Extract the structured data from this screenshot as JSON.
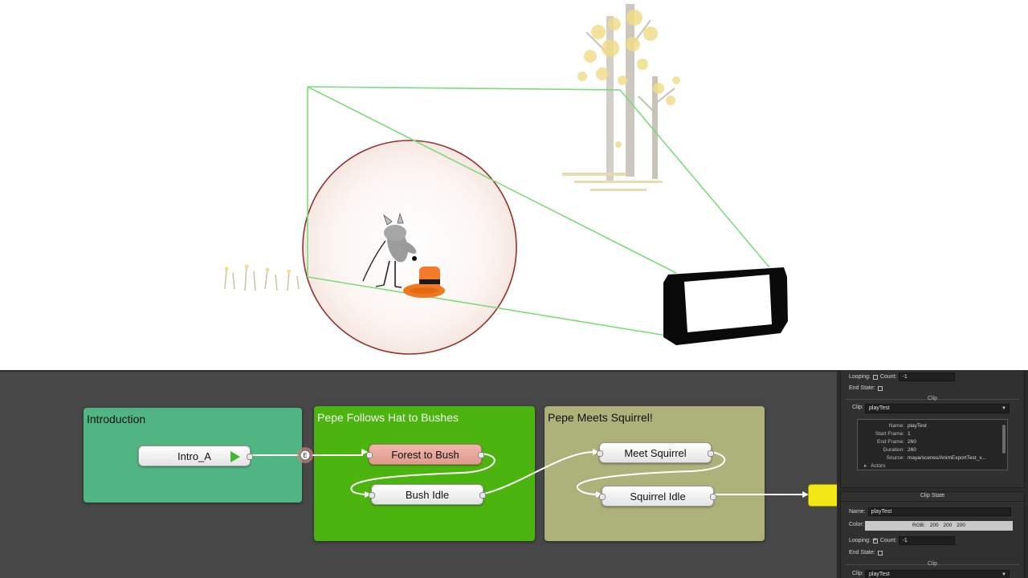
{
  "colors": {
    "graph_bg": "#474747",
    "intro_group": "#51b483",
    "pepe_hat_group": "#4cb40e",
    "squirrel_group": "#adb17a",
    "active_node": "#e7a79b",
    "output_node": "#f1e616",
    "frustum": "#7ddc7a",
    "sphere_outline": "#9a2f2a"
  },
  "graph": {
    "groups": [
      {
        "title": "Introduction",
        "nodes": [
          {
            "label": "Intro_A",
            "has_play": true
          }
        ]
      },
      {
        "title": "Pepe Follows Hat to Bushes",
        "nodes": [
          {
            "label": "Forest to Bush",
            "active": true
          },
          {
            "label": "Bush Idle"
          }
        ]
      },
      {
        "title": "Pepe Meets Squirrel!",
        "nodes": [
          {
            "label": "Meet Squirrel"
          },
          {
            "label": "Squirrel Idle"
          }
        ]
      }
    ],
    "event_badge": "E"
  },
  "inspector": {
    "top": {
      "looping_label": "Looping:",
      "count_label": "Count:",
      "count_value": "-1",
      "end_state_label": "End State:",
      "clip_section": "Clip",
      "clip_label": "Clip:",
      "clip_value": "playTest",
      "info": [
        {
          "key": "Name:",
          "value": "playTest"
        },
        {
          "key": "Start Frame:",
          "value": "1"
        },
        {
          "key": "End Frame:",
          "value": "260"
        },
        {
          "key": "Duration:",
          "value": "260"
        },
        {
          "key": "Source:",
          "value": "maya/scenes/AnimExportTest_v..."
        }
      ],
      "actors_label": "Actors"
    },
    "clip_state": {
      "title": "Clip State",
      "name_label": "Name:",
      "name_value": "playTest",
      "color_label": "Color:",
      "rgb_label": "RGB:",
      "rgb_r": "200",
      "rgb_g": "200",
      "rgb_b": "200",
      "looping_label": "Looping:",
      "looping_checked": true,
      "count_label": "Count:",
      "count_value": "-1",
      "end_state_label": "End State:",
      "clip_section": "Clip",
      "clip_label": "Clip:",
      "clip_value": "playTest"
    }
  }
}
